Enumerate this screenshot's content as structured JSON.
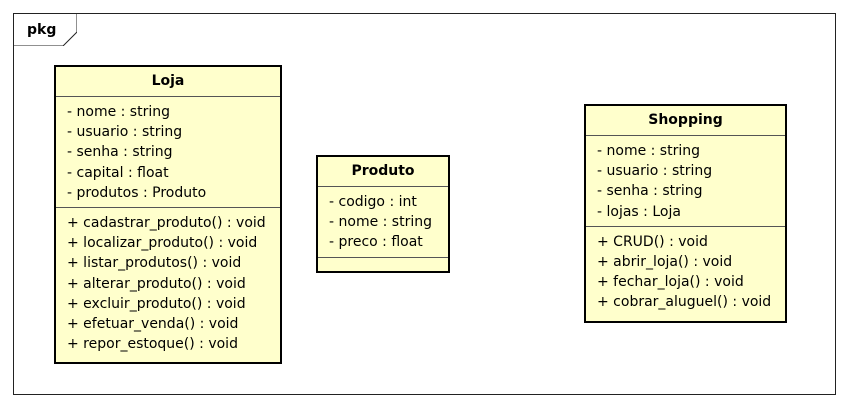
{
  "package": {
    "label": "pkg"
  },
  "classes": {
    "loja": {
      "name": "Loja",
      "attributes": [
        "- nome : string",
        "- usuario : string",
        "- senha : string",
        "- capital : float",
        "- produtos : Produto"
      ],
      "operations": [
        "+ cadastrar_produto() : void",
        "+ localizar_produto() : void",
        "+ listar_produtos() : void",
        "+ alterar_produto() : void",
        "+ excluir_produto() : void",
        "+ efetuar_venda() : void",
        "+ repor_estoque() : void"
      ]
    },
    "produto": {
      "name": "Produto",
      "attributes": [
        "- codigo : int",
        "- nome : string",
        "- preco : float"
      ],
      "operations": []
    },
    "shopping": {
      "name": "Shopping",
      "attributes": [
        "- nome : string",
        "- usuario : string",
        "- senha : string",
        "- lojas : Loja"
      ],
      "operations": [
        "+ CRUD() : void",
        "+ abrir_loja() : void",
        "+ fechar_loja() : void",
        "+ cobrar_aluguel() : void"
      ]
    }
  },
  "colors": {
    "class_fill": "#ffffcc",
    "border": "#000000"
  }
}
